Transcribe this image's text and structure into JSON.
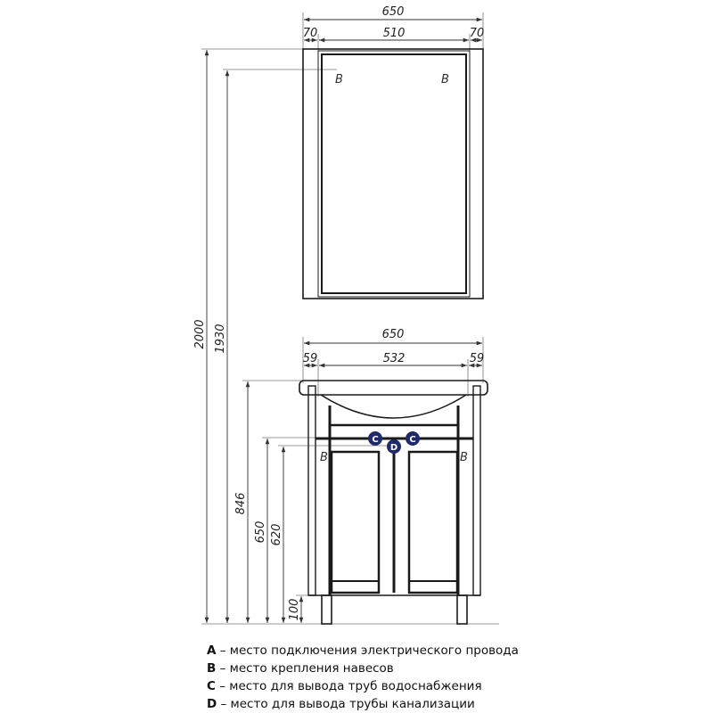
{
  "mirror": {
    "width": "650",
    "side_left": "70",
    "center": "510",
    "side_right": "70",
    "marker_b": "B"
  },
  "cabinet": {
    "width": "650",
    "side_left": "59",
    "center": "532",
    "side_right": "59",
    "marker_b": "B",
    "marker_c": "C",
    "marker_d": "D"
  },
  "heights": {
    "total": "2000",
    "mirror_mount": "1930",
    "counter": "846",
    "pipe_c": "650",
    "pipe_d": "620",
    "legs": "100"
  },
  "legend": [
    {
      "key": "A",
      "text": " – место подключения электрического провода"
    },
    {
      "key": "B",
      "text": " – место крепления навесов"
    },
    {
      "key": "C",
      "text": " – место для вывода труб водоснабжения"
    },
    {
      "key": "D",
      "text": " – место для вывода трубы канализации"
    }
  ],
  "colors": {
    "line": "#1a1a1a",
    "dim": "#555555",
    "marker": "#1f2a6b"
  }
}
